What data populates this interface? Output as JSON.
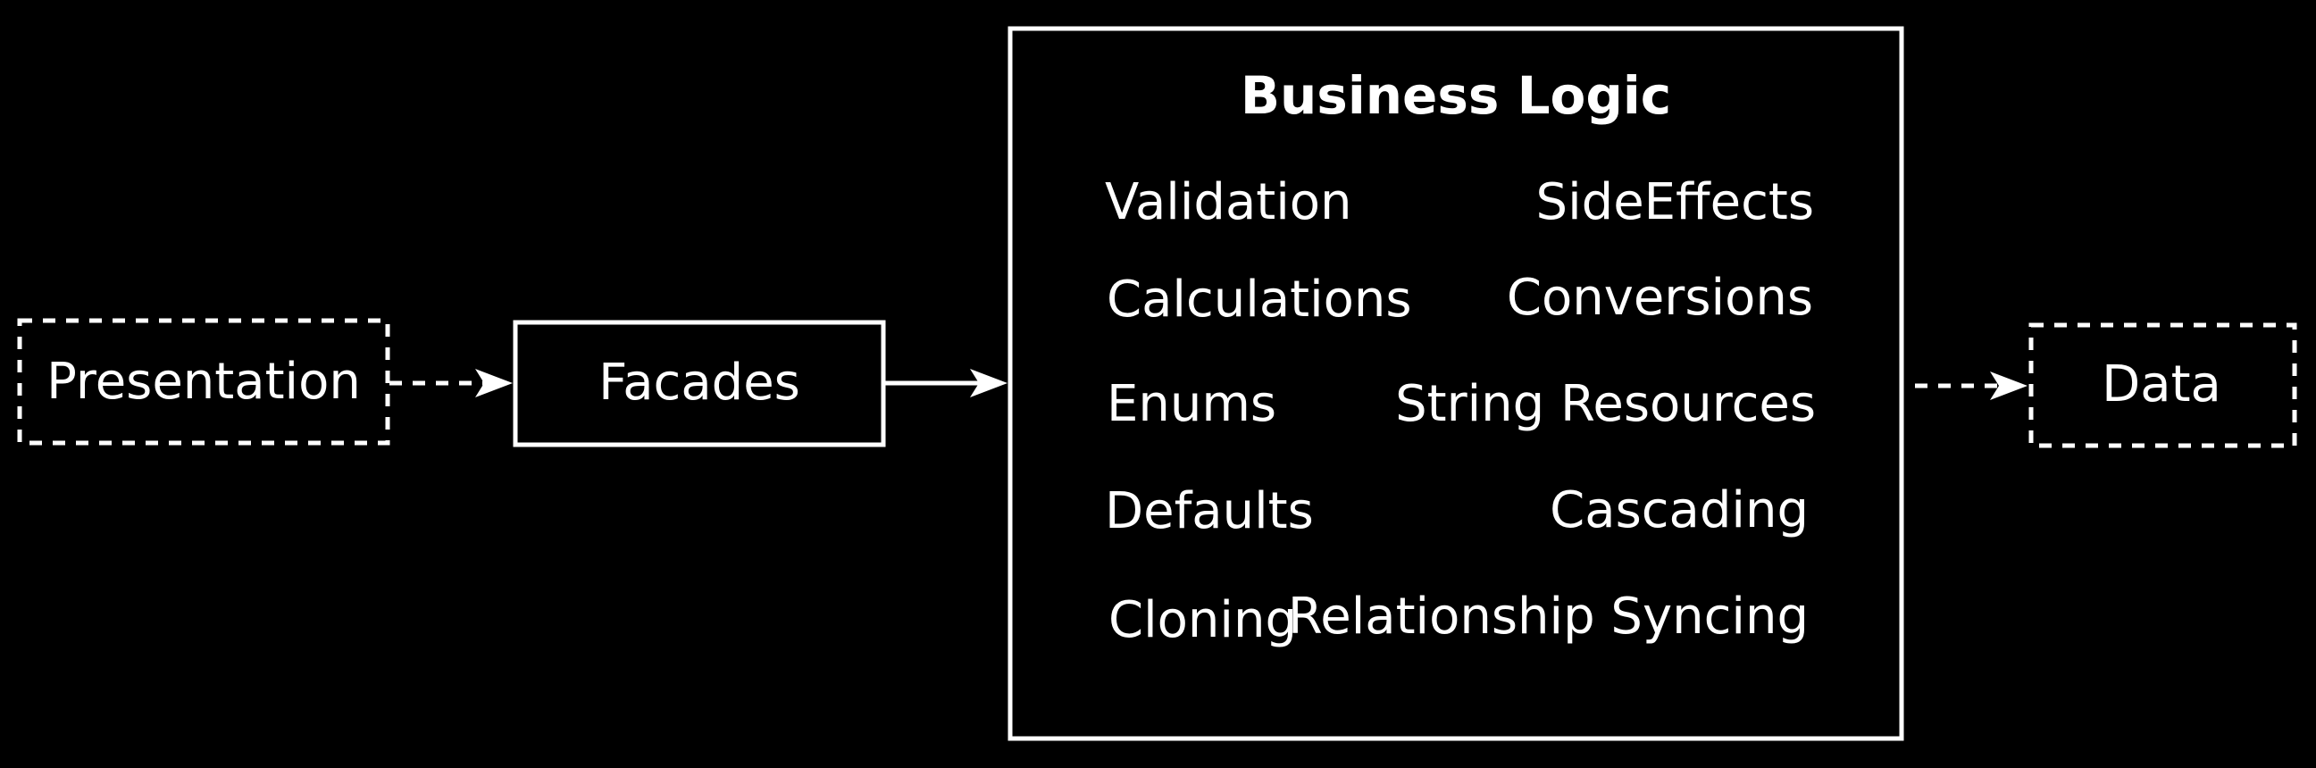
{
  "colors": {
    "background": "#000000",
    "stroke": "#ffffff",
    "text": "#ffffff"
  },
  "nodes": {
    "presentation": "Presentation",
    "facades": "Facades",
    "data": "Data"
  },
  "business_logic": {
    "title": "Business Logic",
    "items": [
      "Validation",
      "SideEffects",
      "Calculations",
      "Conversions",
      "Enums",
      "String Resources",
      "Defaults",
      "Cascading",
      "Cloning",
      "Relationship Syncing"
    ]
  },
  "edges": [
    {
      "from": "Presentation",
      "to": "Facades",
      "style": "dashed"
    },
    {
      "from": "Facades",
      "to": "Business Logic",
      "style": "solid"
    },
    {
      "from": "Business Logic",
      "to": "Data",
      "style": "dashed"
    }
  ]
}
